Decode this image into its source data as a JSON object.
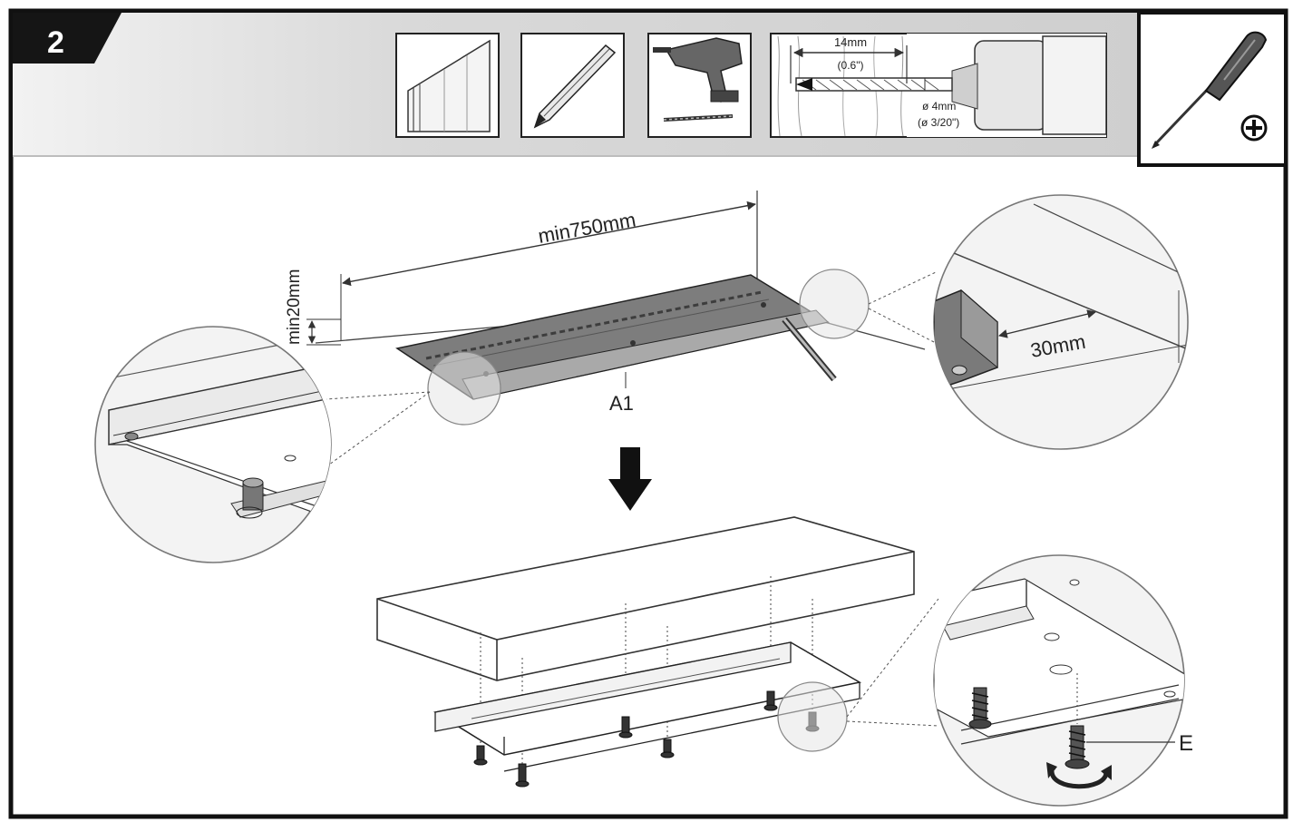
{
  "step": {
    "number": "2"
  },
  "tool_panels": {
    "drill_bit": {
      "depth_label": "14mm",
      "depth_label_imperial": "(0.6\")",
      "diameter_label": "ø 4mm",
      "diameter_label_imperial": "(ø 3/20\")"
    },
    "screwdriver": {
      "head_type": "phillips",
      "symbol": "⊕"
    }
  },
  "diagram": {
    "length_label": "min750mm",
    "height_label": "min20mm",
    "part_label": "A1",
    "edge_distance_label": "30mm",
    "screw_label": "E"
  },
  "colors": {
    "frame": "#111111",
    "header_band": "#d4d4d4",
    "rail_fill": "#7d7d7d",
    "line": "#333333"
  }
}
